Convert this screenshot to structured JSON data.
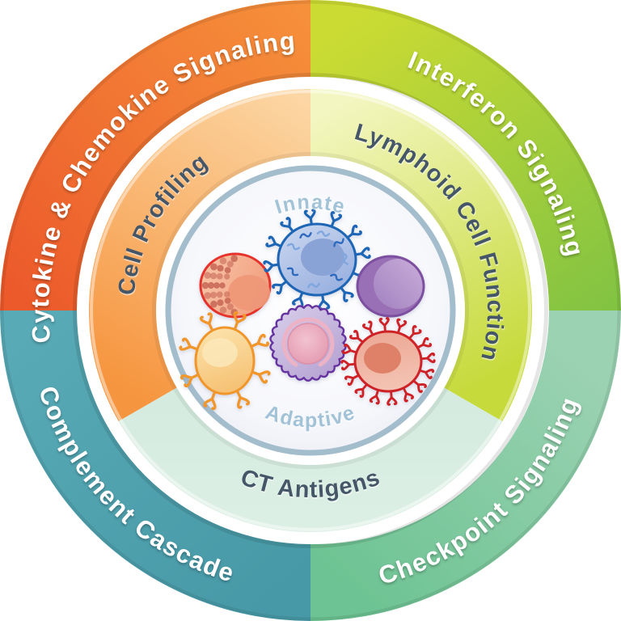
{
  "wheel": {
    "outer_segments": [
      {
        "name": "cytokine-chemokine-signaling",
        "label": "Cytokine & Chemokine Signaling",
        "color_from": "#F7973D",
        "color_to": "#EC5A2B",
        "text_color": "#FFFFFF"
      },
      {
        "name": "interferon-signaling",
        "label": "Interferon Signaling",
        "color_from": "#CBDB33",
        "color_to": "#7FC243",
        "text_color": "#FFFFFF"
      },
      {
        "name": "checkpoint-signaling",
        "label": "Checkpoint Signaling",
        "color_from": "#9BD2B2",
        "color_to": "#6DC393",
        "text_color": "#FFFFFF"
      },
      {
        "name": "complement-cascade",
        "label": "Complement Cascade",
        "color_from": "#58AAB6",
        "color_to": "#4799A7",
        "text_color": "#FFFFFF"
      }
    ],
    "middle_segments": [
      {
        "name": "cell-profiling",
        "label": "Cell Profiling",
        "color_from": "#FCD9A8",
        "color_to": "#F6953F",
        "text_color": "#455668"
      },
      {
        "name": "lymphoid-cell-function",
        "label": "Lymphoid Cell Function",
        "color_from": "#F3F6C0",
        "color_to": "#C6DA3B",
        "text_color": "#455668"
      },
      {
        "name": "ct-antigens",
        "label": "CT Antigens",
        "color_from": "#DCEFE5",
        "color_to": "#D5EBDF",
        "text_color": "#455668"
      }
    ],
    "inner_circle": {
      "top_label": "Innate",
      "bottom_label": "Adaptive",
      "label_color": "#A2C3D7",
      "border_color": "#A4BDCC",
      "cells": [
        {
          "name": "granulocyte-cell",
          "outline": "#E6332A",
          "body": "#F5B794",
          "nucleus": "#EE9878",
          "granules": "#C96A58"
        },
        {
          "name": "macrophage-cell",
          "outline": "#1F66B5",
          "body": "#AFC3E8",
          "nucleus": "#8AA3D6",
          "marks_light": "#7FA6DF",
          "marks_dark": "#2F6ABD"
        },
        {
          "name": "lymphocyte-cell",
          "outline": "#7B4FA0",
          "body_light": "#C3A7D6",
          "body_dark": "#996FB5"
        },
        {
          "name": "t-cell",
          "outline": "#F0962B",
          "body": "#F9D394",
          "highlight": "#FCE7BA"
        },
        {
          "name": "dendritic-cell",
          "outline": "#6633A0",
          "body": "#C8BBE0",
          "nucleus": "#E8A7BC",
          "ring": "#ECB3C6"
        },
        {
          "name": "b-cell",
          "outline": "#CE2128",
          "body": "#EFB4A2",
          "nucleus": "#DF8069"
        }
      ]
    }
  }
}
